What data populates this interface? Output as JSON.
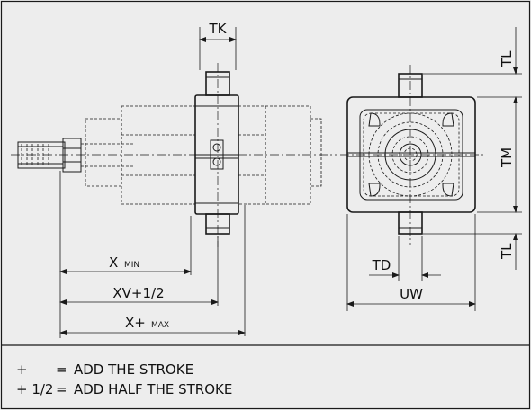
{
  "drawing": {
    "labels": {
      "tk": "TK",
      "tl_top": "TL",
      "tm": "TM",
      "tl_bottom": "TL",
      "td": "TD",
      "uw": "UW",
      "x_min_main": "X",
      "x_min_sub": "MIN",
      "xv": "XV+1/2",
      "x_max_main": "X+",
      "x_max_sub": "MAX"
    },
    "colors": {
      "background": "#ededed",
      "line": "#1a1a1a",
      "body_fill": "#d6d6d6"
    }
  },
  "legend": [
    {
      "symbol": "+",
      "eq": "=",
      "text": "ADD THE STROKE"
    },
    {
      "symbol": "+ 1/2",
      "eq": "=",
      "text": "ADD HALF THE STROKE"
    }
  ]
}
